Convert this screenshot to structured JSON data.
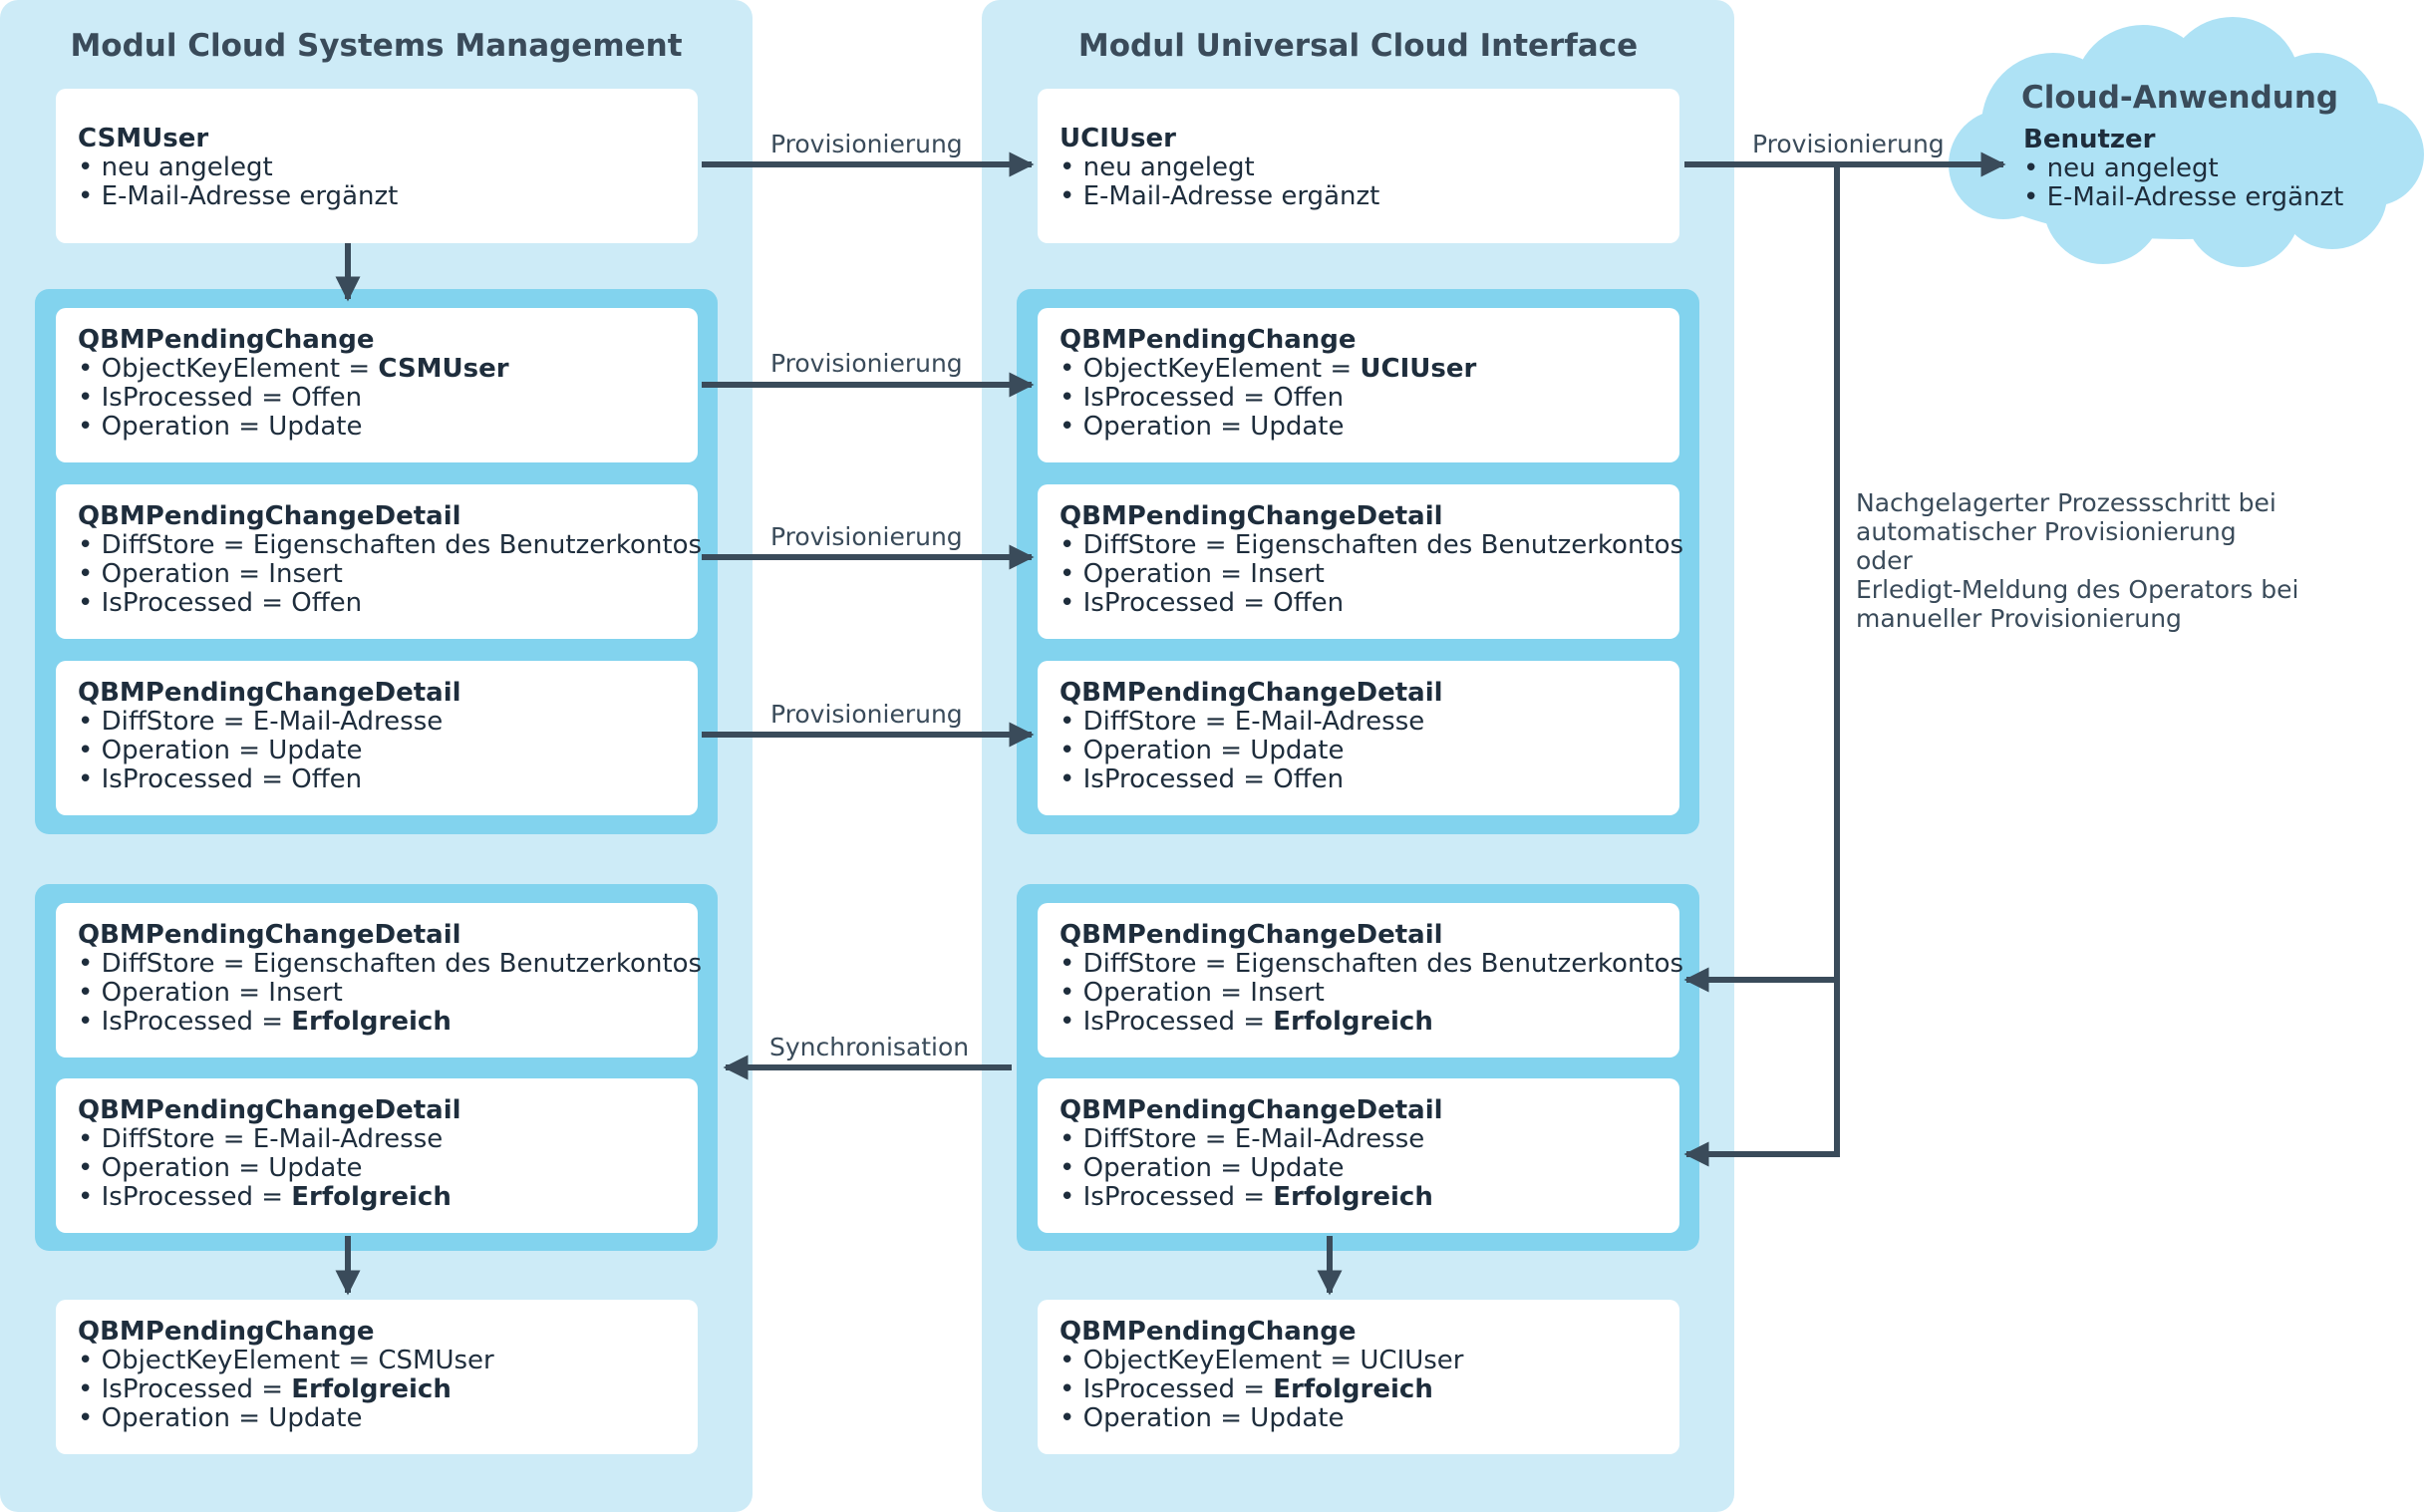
{
  "modules": {
    "left_title": "Modul Cloud Systems Management",
    "right_title": "Modul Universal Cloud Interface"
  },
  "cloud": {
    "title": "Cloud-Anwendung",
    "heading": "Benutzer",
    "lines": [
      "• neu angelegt",
      "• E-Mail-Adresse ergänzt"
    ]
  },
  "cards": {
    "csm_user": {
      "title": "CSMUser",
      "lines": [
        "• neu angelegt",
        "• E-Mail-Adresse ergänzt"
      ]
    },
    "uci_user": {
      "title": "UCIUser",
      "lines": [
        "• neu angelegt",
        "• E-Mail-Adresse ergänzt"
      ]
    },
    "left_pc1": {
      "title": "QBMPendingChange",
      "l1a": "• ObjectKeyElement = ",
      "l1b": "CSMUser",
      "l2": "• IsProcessed = Offen",
      "l3": "• Operation = Update"
    },
    "left_pcd1": {
      "title": "QBMPendingChangeDetail",
      "l1": "• DiffStore = Eigenschaften des Benutzerkontos",
      "l2": "• Operation = Insert",
      "l3": "• IsProcessed = Offen"
    },
    "left_pcd2": {
      "title": "QBMPendingChangeDetail",
      "l1": "• DiffStore = E-Mail-Adresse",
      "l2": "• Operation = Update",
      "l3": "• IsProcessed = Offen"
    },
    "right_pc1": {
      "title": "QBMPendingChange",
      "l1a": "• ObjectKeyElement = ",
      "l1b": "UCIUser",
      "l2": "• IsProcessed = Offen",
      "l3": "• Operation = Update"
    },
    "right_pcd1": {
      "title": "QBMPendingChangeDetail",
      "l1": "• DiffStore = Eigenschaften des Benutzerkontos",
      "l2": "• Operation = Insert",
      "l3": "• IsProcessed = Offen"
    },
    "right_pcd2": {
      "title": "QBMPendingChangeDetail",
      "l1": "• DiffStore = E-Mail-Adresse",
      "l2": "• Operation = Update",
      "l3": "• IsProcessed = Offen"
    },
    "left_pcd3": {
      "title": "QBMPendingChangeDetail",
      "l1": "• DiffStore = Eigenschaften des Benutzerkontos",
      "l2": "• Operation = Insert",
      "l3a": "• IsProcessed = ",
      "l3b": "Erfolgreich"
    },
    "left_pcd4": {
      "title": "QBMPendingChangeDetail",
      "l1": "• DiffStore = E-Mail-Adresse",
      "l2": "• Operation = Update",
      "l3a": "• IsProcessed = ",
      "l3b": "Erfolgreich"
    },
    "right_pcd3": {
      "title": "QBMPendingChangeDetail",
      "l1": "• DiffStore = Eigenschaften des Benutzerkontos",
      "l2": "• Operation = Insert",
      "l3a": "• IsProcessed = ",
      "l3b": "Erfolgreich"
    },
    "right_pcd4": {
      "title": "QBMPendingChangeDetail",
      "l1": "• DiffStore = E-Mail-Adresse",
      "l2": "• Operation = Update",
      "l3a": "• IsProcessed = ",
      "l3b": "Erfolgreich"
    },
    "left_pc2": {
      "title": "QBMPendingChange",
      "l1": "• ObjectKeyElement = CSMUser",
      "l2a": "• IsProcessed = ",
      "l2b": "Erfolgreich",
      "l3": "• Operation = Update"
    },
    "right_pc2": {
      "title": "QBMPendingChange",
      "l1": "• ObjectKeyElement = UCIUser",
      "l2a": "• IsProcessed = ",
      "l2b": "Erfolgreich",
      "l3": "• Operation = Update"
    }
  },
  "labels": {
    "prov_1": "Provisionierung",
    "prov_2": "Provisionierung",
    "prov_3": "Provisionierung",
    "prov_4": "Provisionierung",
    "prov_cloud": "Provisionierung",
    "sync": "Synchronisation"
  },
  "note": {
    "lines": [
      "Nachgelagerter Prozessschritt bei",
      "automatischer Provisionierung",
      "oder",
      "Erledigt-Meldung des Operators bei",
      "manueller Provisionierung"
    ]
  },
  "colors": {
    "module_bg": "#cdebf7",
    "group_bg": "#82d3ee",
    "card_bg": "#ffffff",
    "arrow": "#3a4b5a",
    "cloud": "#aee2f5"
  }
}
